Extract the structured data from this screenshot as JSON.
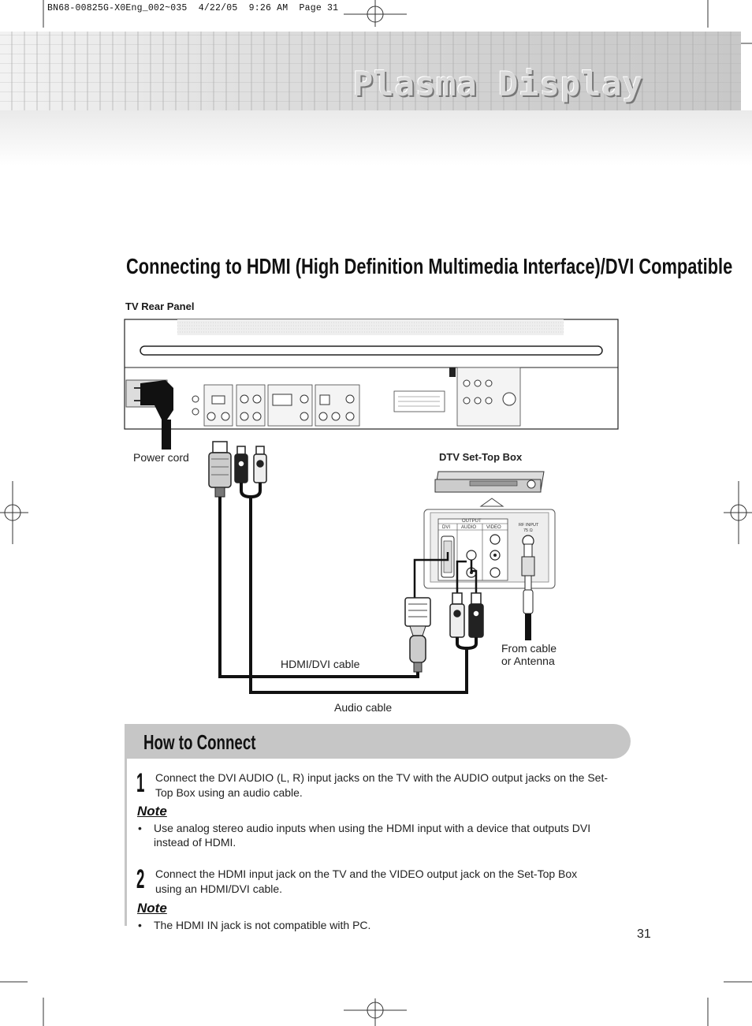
{
  "print_header": "BN68-00825G-X0Eng_002~035  4/22/05  9:26 AM  Page 31",
  "banner_title": "Plasma Display",
  "page_title": "Connecting to HDMI (High Definition Multimedia Interface)/DVI Compatible",
  "diagram": {
    "rear_panel_label": "TV Rear Panel",
    "power_cord_label": "Power cord",
    "settop_label": "DTV Set-Top Box",
    "hdmi_cable_label": "HDMI/DVI cable",
    "audio_cable_label": "Audio cable",
    "antenna_label_1": "From cable",
    "antenna_label_2": "or Antenna",
    "stb_output_label": "OUTPUT",
    "stb_dvi_label": "DVI",
    "stb_audio_label": "AUDIO",
    "stb_video_label": "VIDEO",
    "stb_rf_label_1": "RF INPUT",
    "stb_rf_label_2": "75 Ω"
  },
  "how_to": {
    "heading": "How to Connect",
    "steps": [
      {
        "number": "1",
        "text": "Connect the DVI AUDIO (L, R) input jacks on the TV with the AUDIO output jacks on the Set-Top Box using an audio cable.",
        "note_heading": "Note",
        "note_bullet": "•",
        "note_text": "Use analog stereo audio inputs when using the HDMI input with a device that outputs DVI instead of HDMI."
      },
      {
        "number": "2",
        "text": "Connect the HDMI input jack on the TV and the VIDEO output jack on the Set-Top Box using an HDMI/DVI cable.",
        "note_heading": "Note",
        "note_bullet": "•",
        "note_text": "The HDMI IN jack is not compatible with PC."
      }
    ]
  },
  "page_number": "31"
}
